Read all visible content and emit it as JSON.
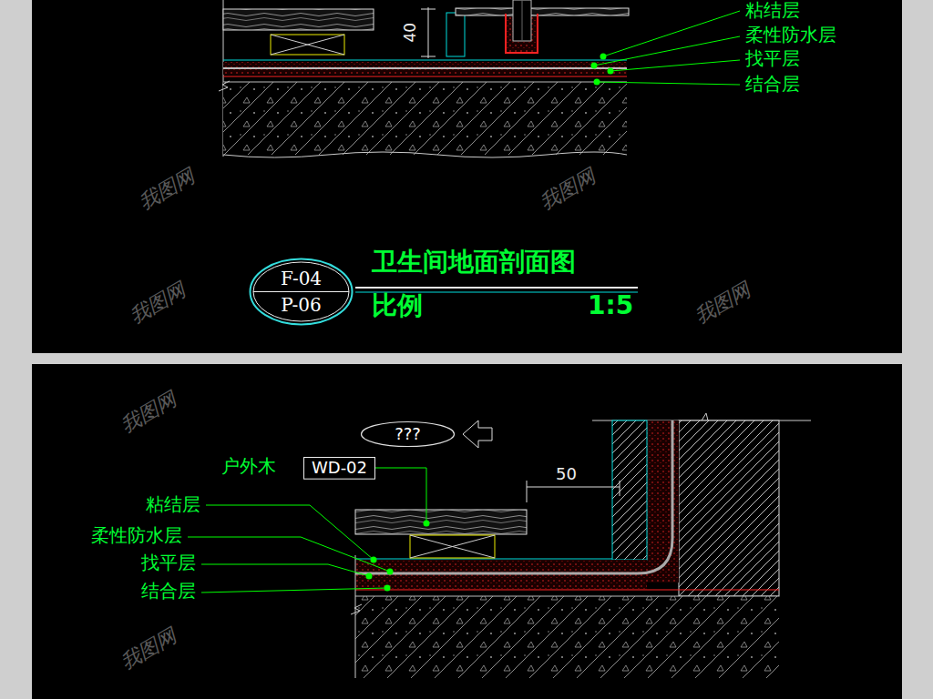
{
  "diagram": {
    "title": "卫生间地面剖面图",
    "nodes": [
      {
        "text": [
          "F-04",
          "P-06"
        ]
      },
      {
        "text": [
          "???"
        ]
      },
      {
        "text": [
          "WD-02"
        ]
      }
    ],
    "labels": [
      "粘结层",
      "柔性防水层",
      "找平层",
      "结合层",
      "40",
      "比例",
      "1:5",
      "户外木",
      "50",
      "粘结层",
      "柔性防水层",
      "找平层",
      "结合层",
      "我图网",
      "我图网",
      "我图网",
      "我图网",
      "我图网",
      "我图网"
    ]
  }
}
